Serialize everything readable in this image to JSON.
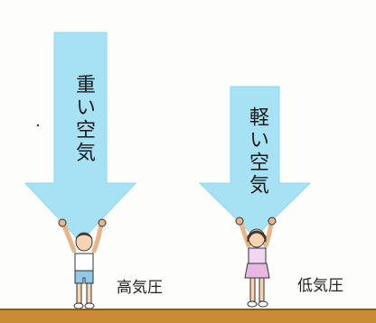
{
  "heavy_air": {
    "arrow_label": "重い空気",
    "pressure_label": "高気圧"
  },
  "light_air": {
    "arrow_label": "軽い空気",
    "pressure_label": "低気圧"
  },
  "colors": {
    "arrow_fill": "#a6e2f4",
    "arrow_edge": "#7fd0ea",
    "ground": "#c98b33",
    "ground_dark": "#8a5a1e"
  }
}
